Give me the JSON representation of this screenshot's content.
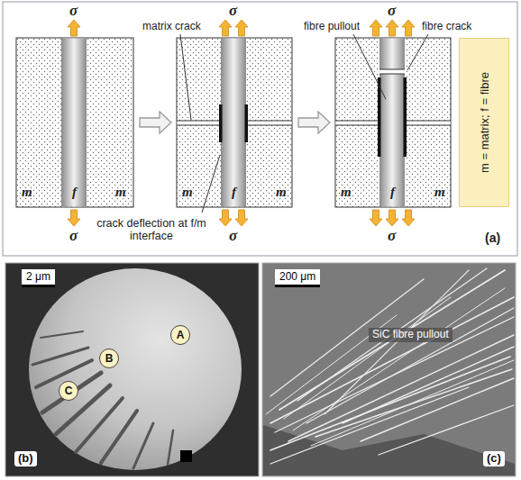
{
  "diagram": {
    "nodes": [
      {
        "text": [
          "m = matrix; f = fibre"
        ]
      },
      {
        "text": [
          "A"
        ]
      },
      {
        "text": [
          "B"
        ]
      },
      {
        "text": [
          "C"
        ]
      }
    ],
    "labels": [
      "σ",
      "σ",
      "σ",
      "σ",
      "σ",
      "σ",
      "matrix crack",
      "fibre pullout",
      "fibre crack",
      "crack deflection at f/m interface",
      "m",
      "f",
      "m",
      "m",
      "f",
      "m",
      "m",
      "f",
      "m",
      "(a)",
      "2 μm",
      "(b)",
      "200 μm",
      "SiC fibre pullout",
      "(c)"
    ]
  }
}
